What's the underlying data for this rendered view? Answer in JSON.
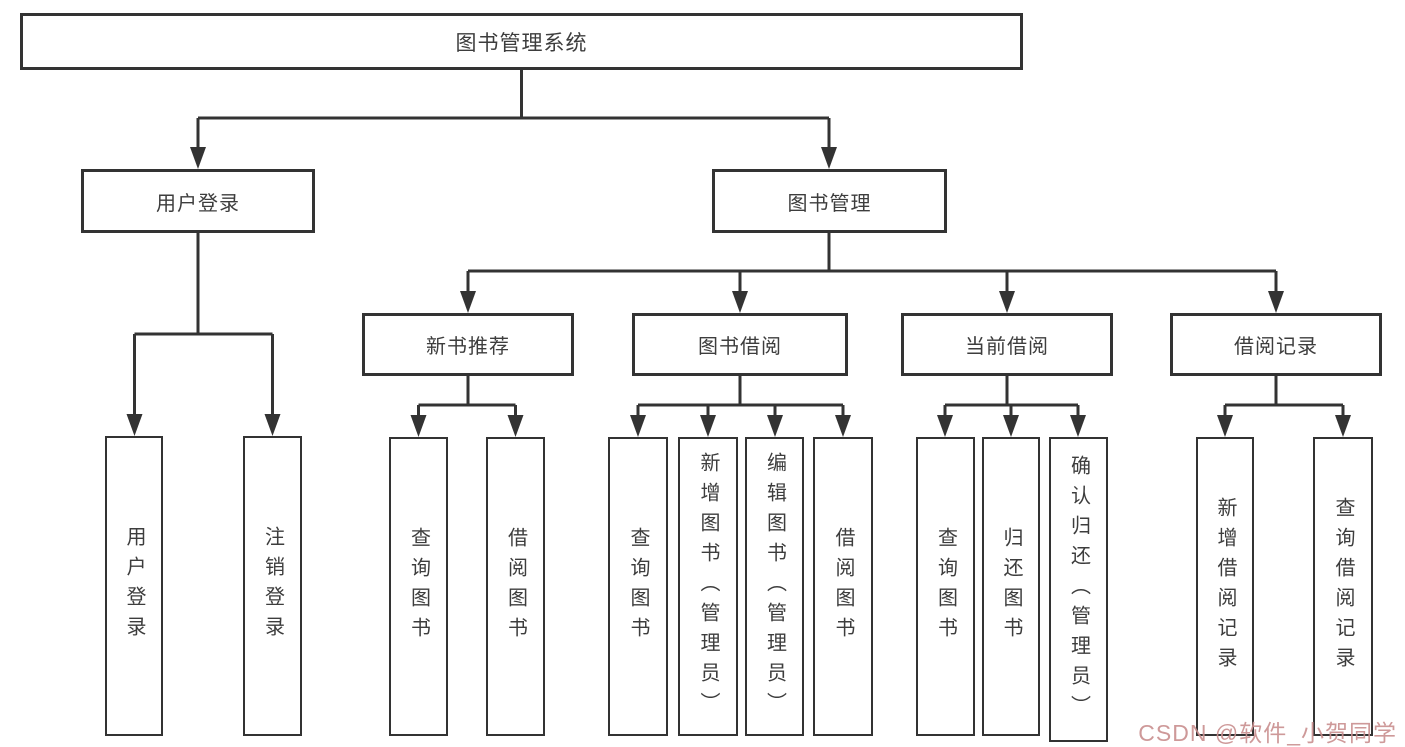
{
  "tree": {
    "root": {
      "label": "图书管理系统",
      "children": [
        {
          "label": "用户登录",
          "children": [
            {
              "label": "用户登录"
            },
            {
              "label": "注销登录"
            }
          ]
        },
        {
          "label": "图书管理",
          "children": [
            {
              "label": "新书推荐",
              "children": [
                {
                  "label": "查询图书"
                },
                {
                  "label": "借阅图书"
                }
              ]
            },
            {
              "label": "图书借阅",
              "children": [
                {
                  "label": "查询图书"
                },
                {
                  "label": "新增图书（管理员）"
                },
                {
                  "label": "编辑图书（管理员）"
                },
                {
                  "label": "借阅图书"
                }
              ]
            },
            {
              "label": "当前借阅",
              "children": [
                {
                  "label": "查询图书"
                },
                {
                  "label": "归还图书"
                },
                {
                  "label": "确认归还（管理员）"
                }
              ]
            },
            {
              "label": "借阅记录",
              "children": [
                {
                  "label": "新增借阅记录"
                },
                {
                  "label": "查询借阅记录"
                }
              ]
            }
          ]
        }
      ]
    }
  },
  "watermark": {
    "text": "CSDN @软件_小贺同学"
  },
  "colors": {
    "line": "#333333",
    "text": "#3d3d3d",
    "watermark": "#c98f8f"
  }
}
